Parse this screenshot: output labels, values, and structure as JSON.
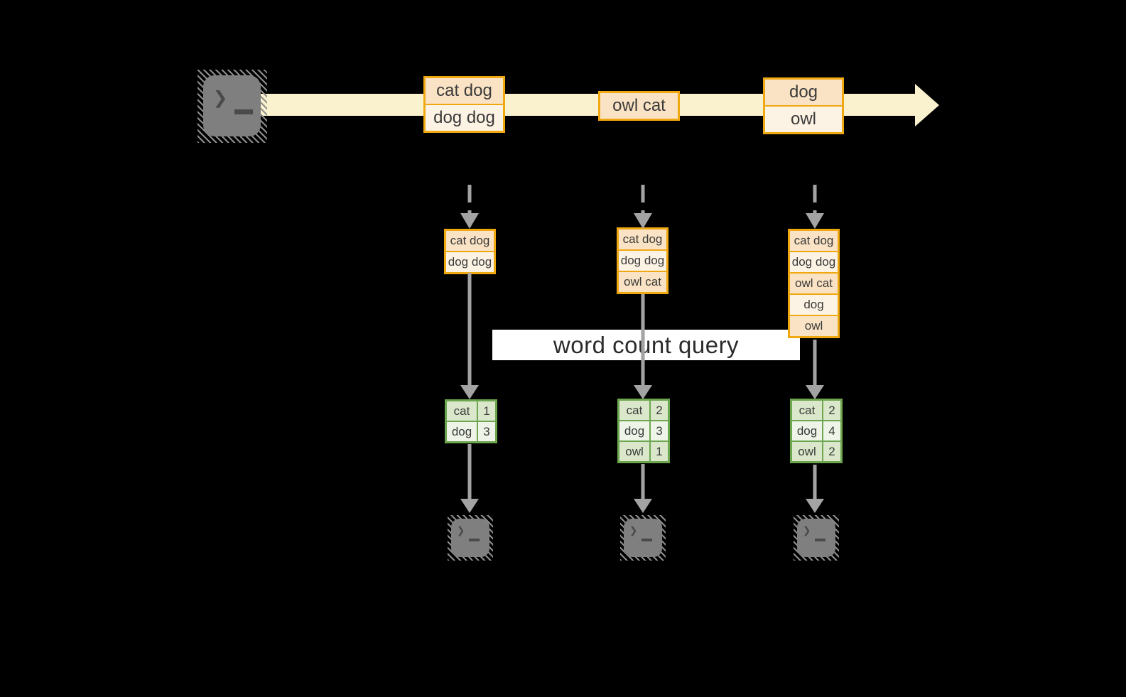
{
  "banner": {
    "label": "word count query"
  },
  "icons": {
    "terminal": {
      "glyph": "❯"
    },
    "stream_arrow": "right-arrow",
    "connector": "down-arrow"
  },
  "timeline": {
    "events": [
      {
        "rows": [
          "cat dog",
          "dog dog"
        ]
      },
      {
        "rows": [
          "owl cat"
        ]
      },
      {
        "rows": [
          "dog",
          "owl"
        ]
      }
    ]
  },
  "columns": [
    {
      "stream": {
        "rows": [
          "cat dog",
          "dog dog"
        ]
      },
      "counts": {
        "rows": [
          {
            "word": "cat",
            "count": "1"
          },
          {
            "word": "dog",
            "count": "3"
          }
        ]
      }
    },
    {
      "stream": {
        "rows": [
          "cat dog",
          "dog dog",
          "owl cat"
        ]
      },
      "counts": {
        "rows": [
          {
            "word": "cat",
            "count": "2"
          },
          {
            "word": "dog",
            "count": "3"
          },
          {
            "word": "owl",
            "count": "1"
          }
        ]
      }
    },
    {
      "stream": {
        "rows": [
          "cat dog",
          "dog dog",
          "owl cat",
          "dog",
          "owl"
        ]
      },
      "counts": {
        "rows": [
          {
            "word": "cat",
            "count": "2"
          },
          {
            "word": "dog",
            "count": "4"
          },
          {
            "word": "owl",
            "count": "2"
          }
        ]
      }
    }
  ],
  "colors": {
    "accent_orange": "#f0a810",
    "fill_peach": "#fae3c4",
    "fill_cream": "#fdf3e4",
    "band_cream": "#faf1cf",
    "green_border": "#6ca64e",
    "green_cell_dark": "#dae7cb",
    "green_cell_light": "#eef4e8",
    "arrow_gray": "#a3a3a3",
    "terminal_gray": "#7f7f7f",
    "background": "#000000"
  }
}
